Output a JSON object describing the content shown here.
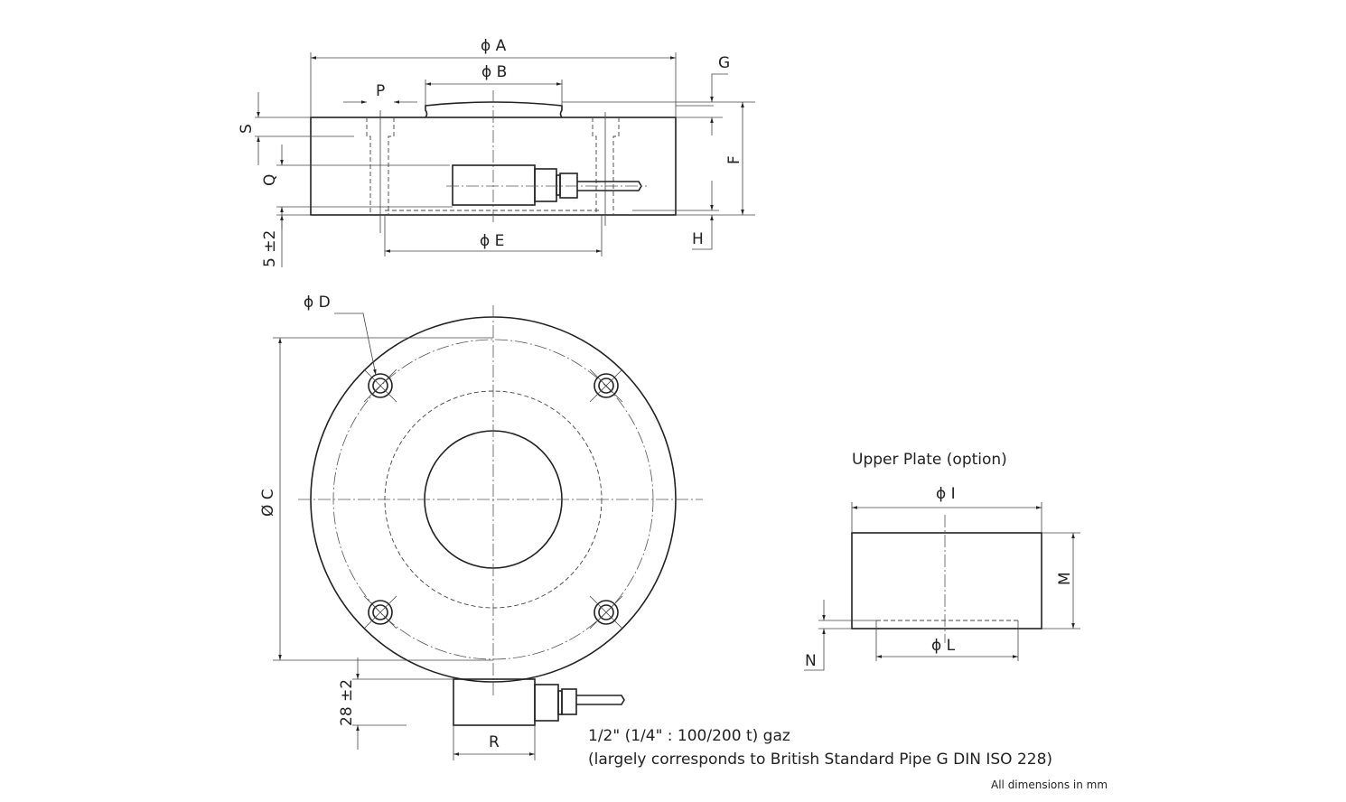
{
  "labels": {
    "A": "ϕ A",
    "B": "ϕ B",
    "G": "G",
    "P": "P",
    "S": "S",
    "F": "F",
    "Q": "Q",
    "five": "5 ±2",
    "E": "ϕ E",
    "H": "H",
    "D": "ϕ D",
    "C": "Ø C",
    "twentyeight": "28 ±2",
    "R": "R",
    "I": "ϕ I",
    "M": "M",
    "N": "N",
    "L": "ϕ L"
  },
  "upper_plate_title": "Upper Plate (option)",
  "notes": {
    "thread": "1/2\" (1/4\" : 100/200 t) gaz",
    "standard": "(largely corresponds to British Standard Pipe G DIN ISO 228)",
    "units": "All dimensions in mm"
  }
}
